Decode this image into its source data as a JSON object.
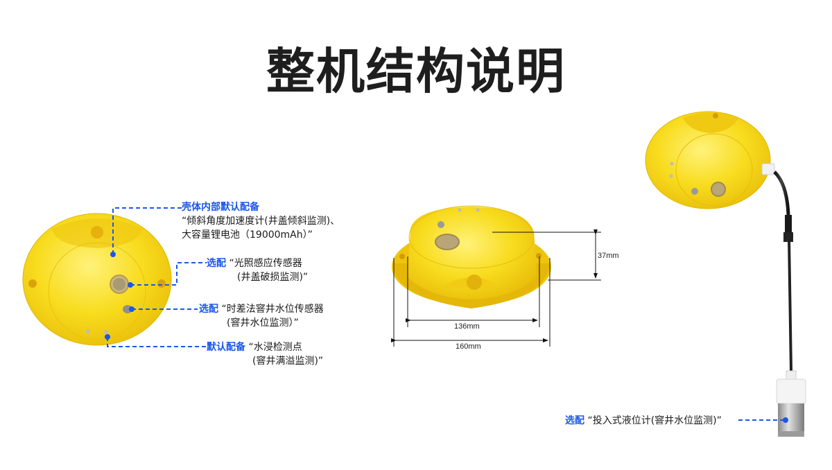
{
  "title": "整机结构说明",
  "colors": {
    "accent_blue": "#1a57e8",
    "housing_yellow": "#f7d81c",
    "title_text": "#1e1e1e"
  },
  "left_device": {
    "callouts": [
      {
        "tag": "壳体内部默认配备",
        "line1": "“倾斜角度加速度计(井盖倾斜监测)、",
        "line2": "大容量锂电池（19000mAh）”"
      },
      {
        "tag": "选配",
        "line1": "“光照感应传感器",
        "line2": "(井盖破损监测)”"
      },
      {
        "tag": "选配",
        "line1": "“时差法窨井水位传感器",
        "line2": "(窨井水位监测）”"
      },
      {
        "tag": "默认配备",
        "line1": "“水浸检测点",
        "line2": "(窨井满溢监测)”"
      }
    ]
  },
  "center_device": {
    "dimensions": {
      "height": "37mm",
      "inner_width": "136mm",
      "outer_width": "160mm"
    }
  },
  "right_device": {
    "callout": {
      "tag": "选配",
      "text": "“投入式液位计(窨井水位监测)”"
    }
  }
}
